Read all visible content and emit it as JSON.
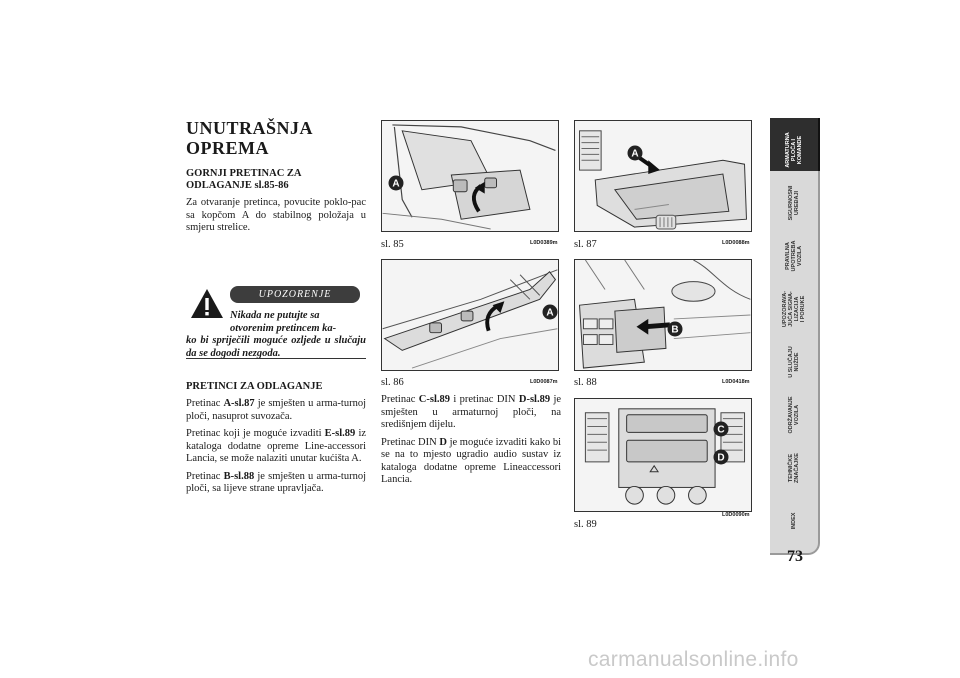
{
  "section": {
    "title_line1": "UNUTRAŠNJA",
    "title_line2": "OPREMA",
    "subhead_line1": "GORNJI PRETINAC ZA",
    "subhead_line2": "ODLAGANJE sl.85-86",
    "intro": "Za otvaranje pretinca, povucite poklo-pac sa kopčom A do stabilnog položaja u smjeru strelice."
  },
  "warning": {
    "heading": "UPOZORENJE",
    "line1": "Nikada ne putujte sa",
    "line2": "otvorenim pretincem ka-",
    "rest": "ko bi spriječili moguće ozljede u slučaju da se dogodi nezgoda."
  },
  "storage": {
    "heading": "PRETINCI ZA ODLAGANJE",
    "p1_pre": "Pretinac",
    "p1_ref": "A-sl.87",
    "p1_post": "je smješten u arma-turnoj ploči, nasuprot suvozača.",
    "p2_pre": "Pretinac koji je moguće izvaditi",
    "p2_ref": "E-sl.89",
    "p2_post": "iz kataloga dodatne opreme Line-accessori Lancia, se može nalaziti unutar kućišta A.",
    "p3_pre": "Pretinac",
    "p3_ref": "B-sl.88",
    "p3_post": "je smješten u arma-turnoj ploči, sa lijeve strane upravljača."
  },
  "mid_text": {
    "p1_pre": "Pretinac",
    "p1_ref1": "C-sl.89",
    "p1_mid": "i pretinac DIN",
    "p1_ref2": "D-sl.89",
    "p1_post": "je smješten u armaturnoj ploči, na središnjem dijelu.",
    "p2_pre": "Pretinac DIN",
    "p2_ref": "D",
    "p2_post": "je moguće izvaditi kako bi se na to mjesto ugradio audio sustav iz kataloga dodatne opreme Lineaccessori Lancia."
  },
  "figures": {
    "f85": {
      "label": "sl. 85",
      "code": "L0D0389m",
      "callout": "A"
    },
    "f86": {
      "label": "sl. 86",
      "code": "L0D0087m",
      "callout": "A"
    },
    "f87": {
      "label": "sl. 87",
      "code": "L0D0088m",
      "callout": "A"
    },
    "f88": {
      "label": "sl. 88",
      "code": "L0D0418m",
      "callout": "B"
    },
    "f89": {
      "label": "sl. 89",
      "code": "L0D0090m",
      "callout_c": "C",
      "callout_d": "D"
    }
  },
  "tabs": [
    {
      "label": "ARMATURNA\nPLOČA I\nKOMANDE",
      "active": true
    },
    {
      "label": "SIGURNOSNI\nUREĐAJI"
    },
    {
      "label": "PRAVILNA\nUPOTREBA\nVOZILA"
    },
    {
      "label": "UPOZORAVA-\nJUĆA SIGNA-\nLIZACIJA\nI PORUKE"
    },
    {
      "label": "U SLUČAJU\nNUŽDE"
    },
    {
      "label": "ODRŽAVANJE\nVOZILA"
    },
    {
      "label": "TEHNIČKE\nZNAČAJKE"
    },
    {
      "label": "INDEX"
    }
  ],
  "page_number": "73",
  "watermark": "carmanualsonline.info"
}
